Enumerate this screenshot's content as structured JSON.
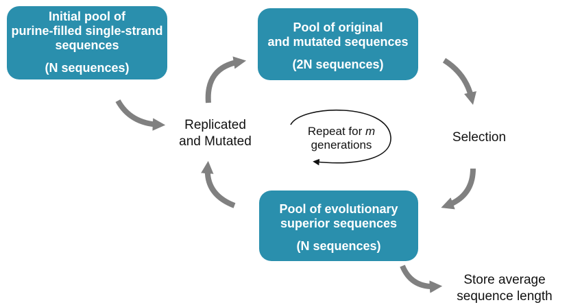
{
  "boxes": {
    "initial": {
      "lines": [
        "Initial pool of",
        "purine-filled single-strand",
        "sequences"
      ],
      "count": "(N sequences)"
    },
    "pool_2n": {
      "lines": [
        "Pool of original",
        "and mutated sequences"
      ],
      "count": "(2N sequences)"
    },
    "pool_n": {
      "lines": [
        "Pool of evolutionary",
        "superior sequences"
      ],
      "count": "(N sequences)"
    }
  },
  "labels": {
    "replicated": [
      "Replicated",
      "and Mutated"
    ],
    "selection": "Selection",
    "repeat": {
      "prefix": "Repeat for ",
      "variable": "m",
      "line2": "generations"
    },
    "store": [
      "Store average",
      "sequence length"
    ]
  },
  "colors": {
    "box_fill": "#2a8fad",
    "box_text": "#ffffff",
    "arrow": "#808080",
    "loop_arrow": "#111111",
    "label_text": "#111111"
  }
}
